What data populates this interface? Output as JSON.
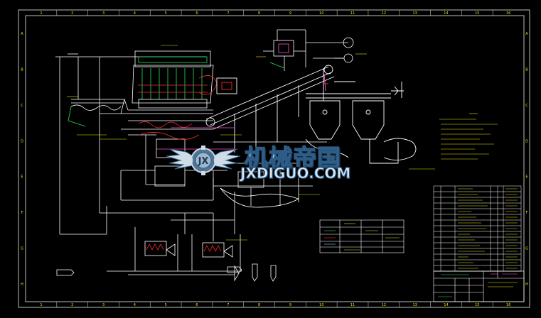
{
  "drawing": {
    "border_color": "#c8c8c8",
    "line_color": "#ffffff",
    "accent_colors": {
      "red": "#ff2a2a",
      "green": "#27e05a",
      "magenta": "#ff4fd8",
      "cyan": "#5fe6ff",
      "yellow": "#ffe74a"
    }
  },
  "column_numbers_top": [
    "1",
    "2",
    "3",
    "4",
    "5",
    "6",
    "7",
    "8",
    "9",
    "10",
    "11",
    "12",
    "13",
    "14",
    "15",
    "16"
  ],
  "row_letters_right": [
    "A",
    "B",
    "C",
    "D",
    "E",
    "F",
    "G",
    "H"
  ],
  "row_letters_left": [
    "A",
    "B",
    "C",
    "D",
    "E",
    "F",
    "G",
    "H"
  ],
  "watermark": {
    "cn_text": "机械帝国",
    "en_text": "JXDIGUO.COM",
    "logo_letters": "JX"
  },
  "icons": [
    "gear-logo-icon",
    "wings-logo-icon",
    "motor-symbol-icon",
    "heat-exchanger-icon",
    "pump-symbol-icon",
    "hopper-icon"
  ]
}
